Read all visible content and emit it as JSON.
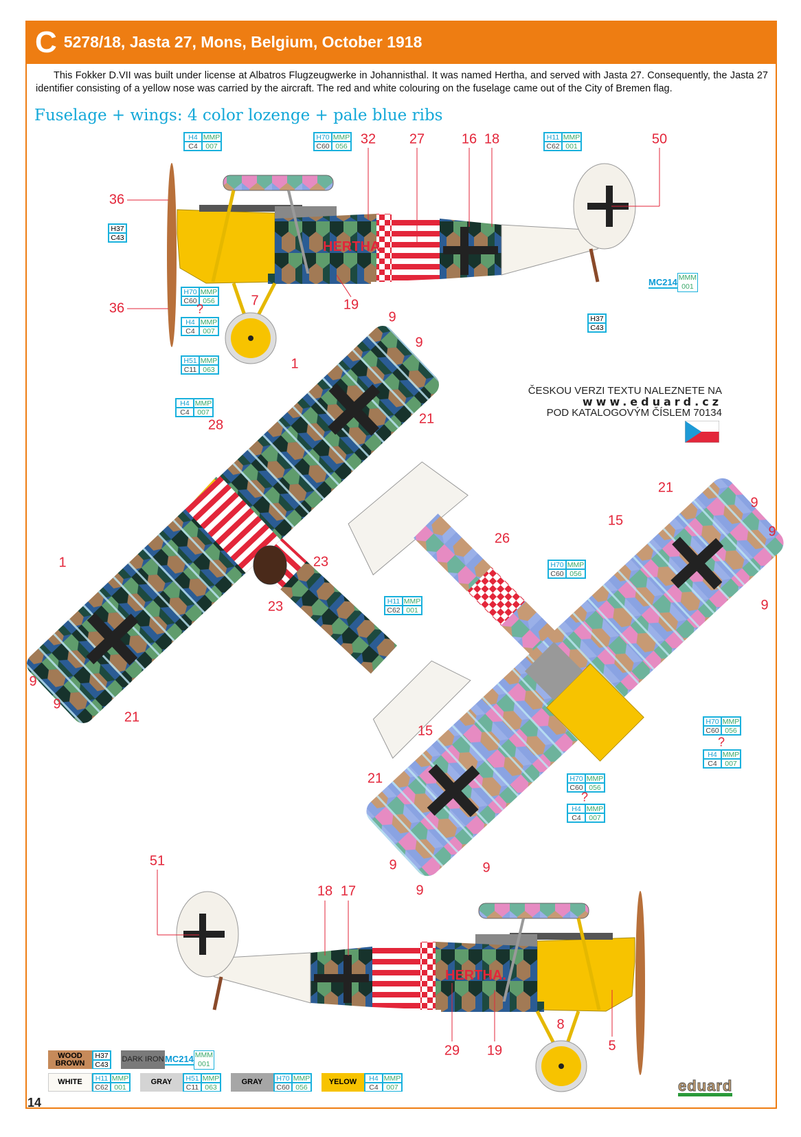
{
  "header": {
    "letter": "C",
    "title": "5278/18, Jasta 27, Mons, Belgium, October 1918"
  },
  "description": "This Fokker D.VII was built under license at Albatros Flugzeugwerke in Johannisthal. It was named Hertha, and served with Jasta 27. Consequently, the Jasta 27 identifier consisting of a yellow nose was carried by the aircraft. The red and white colouring on the fuselage came out of the City of Bremen flag.",
  "subtitle": "Fuselage + wings: 4 color lozenge + pale blue ribs",
  "livery_name": "HERTHA.",
  "codes": {
    "h4": {
      "h": "H4",
      "c": "C4",
      "m": "MMP",
      "n": "007"
    },
    "h70": {
      "h": "H70",
      "c": "C60",
      "m": "MMP",
      "n": "056"
    },
    "h11": {
      "h": "H11",
      "c": "C62",
      "m": "MMP",
      "n": "001"
    },
    "h51": {
      "h": "H51",
      "c": "C11",
      "m": "MMP",
      "n": "063"
    },
    "h37": {
      "h": "H37",
      "c": "C43"
    },
    "mc214": {
      "code": "MC214",
      "m": "MMM",
      "n": "001"
    },
    "unknown": "?"
  },
  "callouts": {
    "side_top": [
      "36",
      "36",
      "32",
      "27",
      "16",
      "18",
      "50",
      "7",
      "19"
    ],
    "top_view": [
      "9",
      "9",
      "1",
      "21",
      "28",
      "1",
      "23",
      "23",
      "9",
      "9",
      "21"
    ],
    "bottom_view": [
      "21",
      "9",
      "9",
      "15",
      "26",
      "9",
      "15",
      "21",
      "9",
      "9",
      "9"
    ],
    "side_bottom": [
      "51",
      "18",
      "17",
      "29",
      "19",
      "8",
      "5"
    ]
  },
  "czech_note": {
    "line1": "ČESKOU VERZI TEXTU NALEZNETE NA",
    "url": "www.eduard.cz",
    "line2": "POD KATALOGOVÝM ČÍSLEM 70134"
  },
  "legend": {
    "wood_brown": "WOOD BROWN",
    "dark_iron": "DARK IRON",
    "white": "WHITE",
    "gray1": "GRAY",
    "gray2": "GRAY",
    "yellow": "YELOW"
  },
  "colors": {
    "accent": "#ee7d12",
    "callout": "#e3263a",
    "code": "#19b1dd",
    "yellow": "#f7c300",
    "wood": "#c68a5a",
    "dark_iron": "#7a7a7a"
  },
  "page_number": "14",
  "brand": "eduard"
}
